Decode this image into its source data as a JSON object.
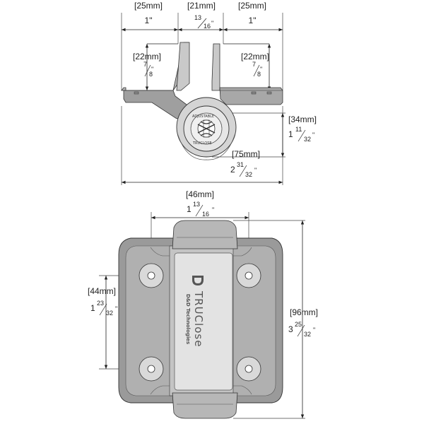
{
  "top_view": {
    "width_left": {
      "mm": "[25mm]",
      "inch": "1\""
    },
    "width_center": {
      "mm": "[21mm]",
      "inch_num": "13",
      "inch_den": "16",
      "inch_unit": "\""
    },
    "width_right": {
      "mm": "[25mm]",
      "inch": "1\""
    },
    "leg_left": {
      "mm": "[22mm]",
      "inch_num": "7",
      "inch_den": "8",
      "inch_unit": "\""
    },
    "leg_right": {
      "mm": "[22mm]",
      "inch_num": "7",
      "inch_den": "8",
      "inch_unit": "\""
    },
    "depth": {
      "mm": "[34mm]",
      "inch_whole": "1",
      "inch_num": "11",
      "inch_den": "32",
      "inch_unit": "\""
    },
    "overall_width": {
      "mm": "[75mm]",
      "inch_whole": "2",
      "inch_num": "31",
      "inch_den": "32",
      "inch_unit": "\""
    }
  },
  "front_view": {
    "hole_spacing_x": {
      "mm": "[46mm]",
      "inch_whole": "1",
      "inch_num": "13",
      "inch_den": "16",
      "inch_unit": "\""
    },
    "hole_spacing_y": {
      "mm": "[44mm]",
      "inch_whole": "1",
      "inch_num": "23",
      "inch_den": "32",
      "inch_unit": "\""
    },
    "overall_height": {
      "mm": "[96mm]",
      "inch_whole": "3",
      "inch_num": "25",
      "inch_den": "32",
      "inch_unit": "\""
    },
    "logo_brand": "TRUClose",
    "logo_company": "D&D Technologies"
  }
}
